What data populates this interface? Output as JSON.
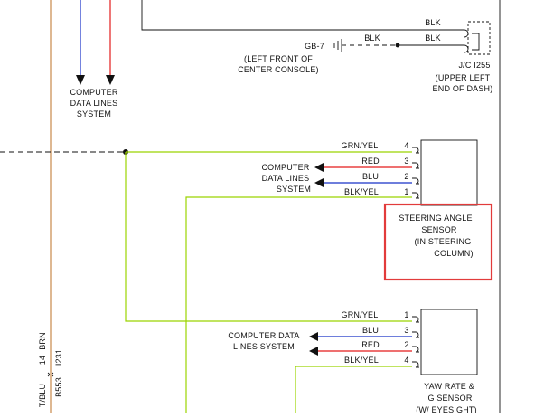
{
  "colors": {
    "grn_yel": "#9bd400",
    "red": "#e31a1a",
    "blu": "#1730c8",
    "brn": "#c8894a",
    "highlight": "#e23b3b",
    "ink": "#111111"
  },
  "ground": {
    "gb_label": "GB-7",
    "gb_location": [
      "(LEFT FRONT OF",
      "CENTER CONSOLE)"
    ],
    "wire_top": "BLK",
    "wire_mid": "BLK",
    "wire_low": "BLK",
    "jc_label": "J/C I255",
    "jc_location": [
      "(UPPER LEFT",
      "END OF DASH)"
    ]
  },
  "cdl_top": [
    "COMPUTER",
    "DATA LINES",
    "SYSTEM"
  ],
  "steering": {
    "pins": [
      {
        "wire": "GRN/YEL",
        "pin": "4"
      },
      {
        "wire": "RED",
        "pin": "3"
      },
      {
        "wire": "BLU",
        "pin": "2"
      },
      {
        "wire": "BLK/YEL",
        "pin": "1"
      }
    ],
    "cdl": [
      "COMPUTER",
      "DATA LINES",
      "SYSTEM"
    ],
    "label": [
      "STEERING ANGLE",
      "SENSOR",
      "(IN STEERING",
      "COLUMN)"
    ]
  },
  "yaw": {
    "pins": [
      {
        "wire": "GRN/YEL",
        "pin": "1"
      },
      {
        "wire": "BLU",
        "pin": "3"
      },
      {
        "wire": "RED",
        "pin": "2"
      },
      {
        "wire": "BLK/YEL",
        "pin": "4"
      }
    ],
    "cdl": [
      "COMPUTER DATA",
      "LINES SYSTEM"
    ],
    "label": [
      "YAW RATE &",
      "G SENSOR",
      "(W/ EYESIGHT)"
    ]
  },
  "left_vertical": {
    "wire_a": "14",
    "wire_a_color": "BRN",
    "conn_a": "I231",
    "wire_b": "T/BLU",
    "conn_b": "B553"
  }
}
